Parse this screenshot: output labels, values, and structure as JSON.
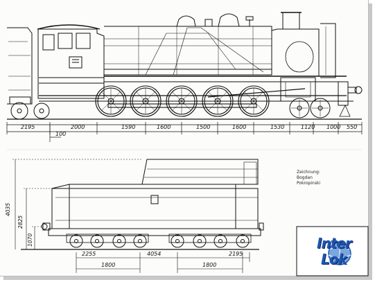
{
  "drawing": {
    "credit_lines": [
      "Zeichnung:",
      "Bogdan",
      "Pokropinski"
    ],
    "logo": {
      "text_top": "Inter",
      "text_bottom": "Lok",
      "color": "#1f56b0"
    }
  },
  "top_view": {
    "dimensions": [
      "2195",
      "2000",
      "1590",
      "1600",
      "1500",
      "1600",
      "1530",
      "1120",
      "1000",
      "550"
    ],
    "offset_label": "100"
  },
  "bottom_view": {
    "bottom_dimensions": [
      "2255",
      "4054",
      "2195"
    ],
    "bogie_dimensions": [
      "1800",
      "1800"
    ],
    "vertical_dimensions": [
      "4035",
      "2825",
      "1070"
    ]
  },
  "colors": {
    "line": "#111111",
    "logo_blue": "#1f56b0",
    "sheet": "#fcfcfa"
  }
}
